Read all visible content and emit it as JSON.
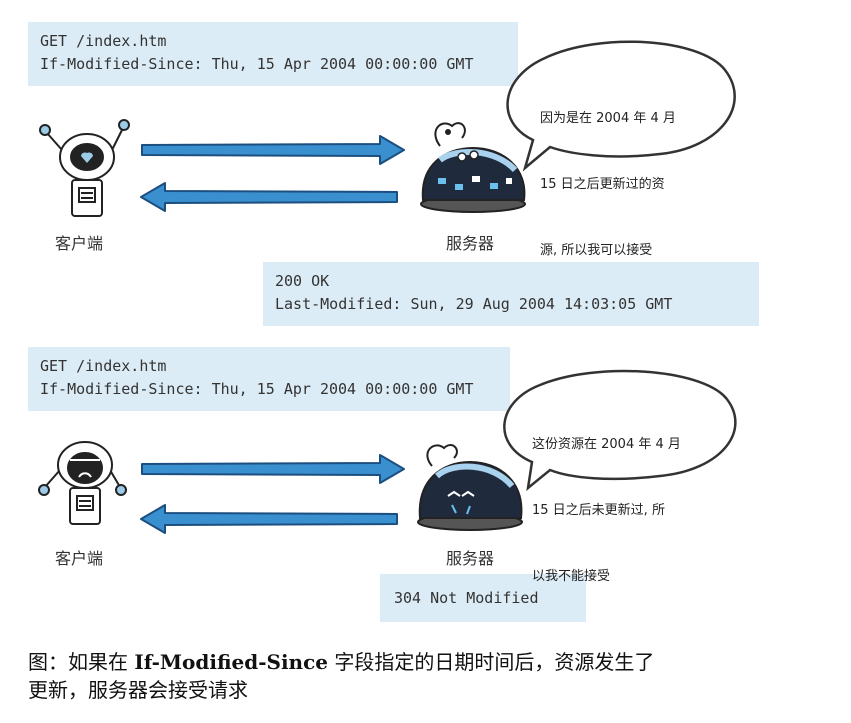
{
  "scenario1": {
    "request_line1": "GET /index.htm",
    "request_line2": "If-Modified-Since: Thu, 15 Apr 2004 00:00:00 GMT",
    "bubble_line1": "因为是在 2004 年 4 月",
    "bubble_line2": "15 日之后更新过的资",
    "bubble_line3": "源, 所以我可以接受",
    "client_label": "客户端",
    "server_label": "服务器",
    "response_line1": "200 OK",
    "response_line2": "Last-Modified: Sun, 29 Aug 2004 14:03:05 GMT"
  },
  "scenario2": {
    "request_line1": "GET /index.htm",
    "request_line2": "If-Modified-Since: Thu, 15 Apr 2004 00:00:00 GMT",
    "bubble_line1": "这份资源在 2004 年 4 月",
    "bubble_line2": "15 日之后未更新过, 所",
    "bubble_line3": "以我不能接受",
    "client_label": "客户端",
    "server_label": "服务器",
    "response_line1": "304 Not Modified"
  },
  "caption": {
    "prefix": "图：如果在 ",
    "bold": "If-Modified-Since",
    "suffix": " 字段指定的日期时间后，资源发生了",
    "line2": "更新，服务器会接受请求"
  },
  "colors": {
    "box_bg": "#dcecf6",
    "arrow": "#3a8fcf",
    "arrow_outline": "#1c4f80"
  }
}
